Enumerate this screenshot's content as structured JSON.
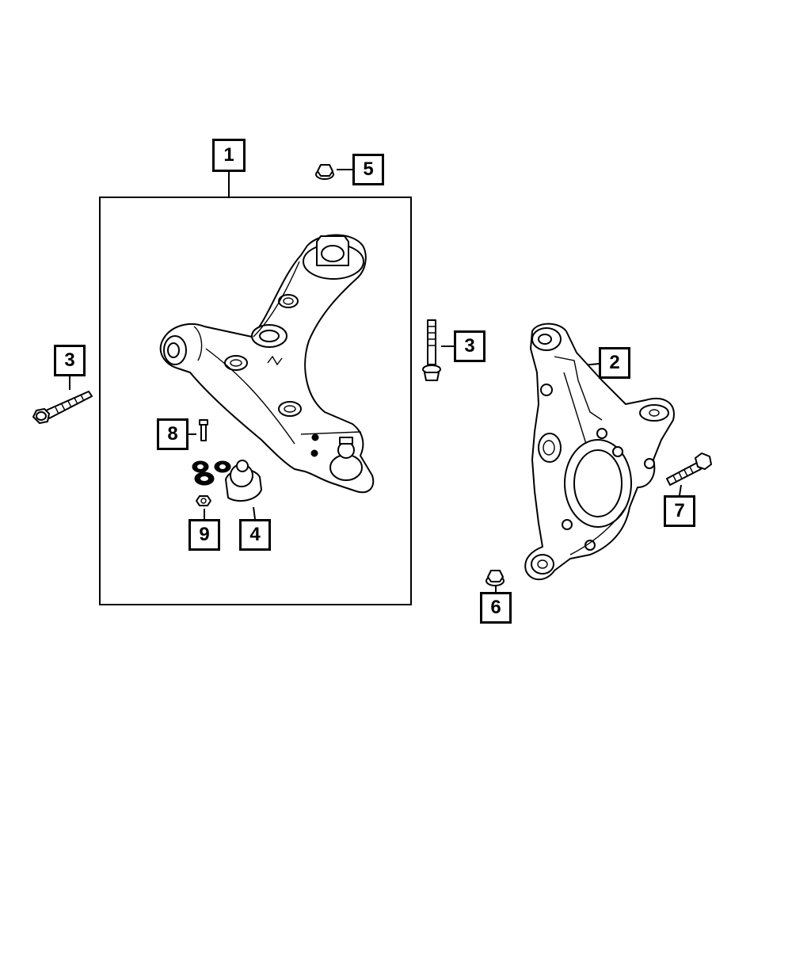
{
  "callouts": [
    {
      "id": "c1",
      "label": "1"
    },
    {
      "id": "c2",
      "label": "2"
    },
    {
      "id": "c3a",
      "label": "3"
    },
    {
      "id": "c3b",
      "label": "3"
    },
    {
      "id": "c4",
      "label": "4"
    },
    {
      "id": "c5",
      "label": "5"
    },
    {
      "id": "c6",
      "label": "6"
    },
    {
      "id": "c7",
      "label": "7"
    },
    {
      "id": "c8",
      "label": "8"
    },
    {
      "id": "c9",
      "label": "9"
    }
  ],
  "colors": {
    "line": "#000000",
    "background": "#ffffff"
  }
}
